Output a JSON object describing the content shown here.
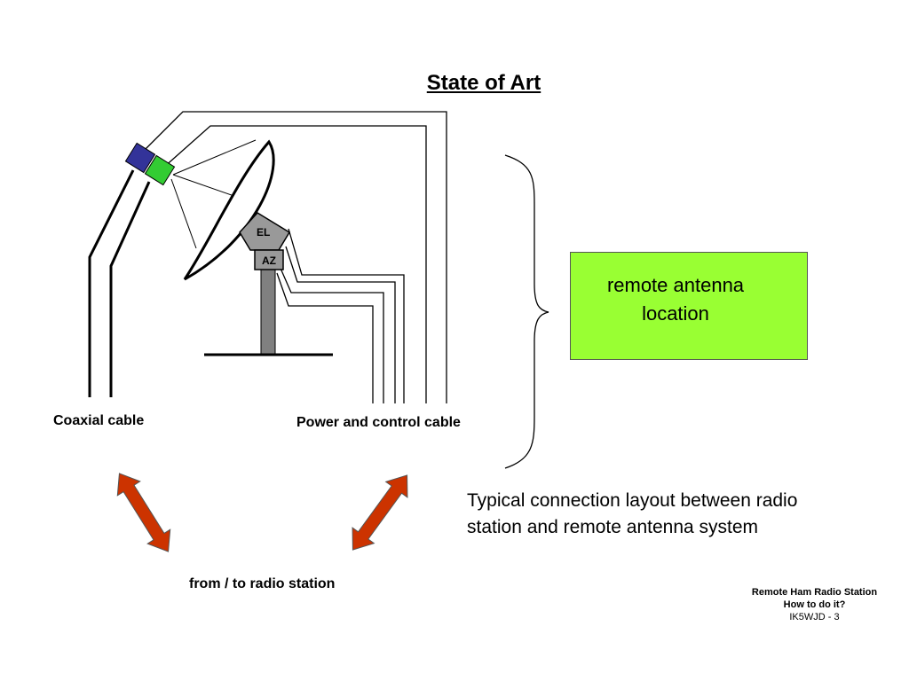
{
  "slide": {
    "title": "State of Art",
    "labels": {
      "coaxial": "Coaxial cable",
      "power": "Power and control cable",
      "radio": "from / to  radio station"
    },
    "antenna_box": {
      "line1": "remote antenna",
      "line2": "location",
      "color": "#99ff33"
    },
    "mount_labels": {
      "el": "EL",
      "az": "AZ"
    },
    "description": "Typical  connection layout  between radio station  and remote  antenna system",
    "footer": {
      "line1": "Remote Ham Radio Station",
      "line2": "How to do it?",
      "line3": "IK5WJD - 3"
    },
    "colors": {
      "arrow": "#cc3300",
      "feed_blue": "#333399",
      "feed_green": "#33cc33",
      "mount_gray": "#999999",
      "mast_gray": "#808080"
    }
  }
}
